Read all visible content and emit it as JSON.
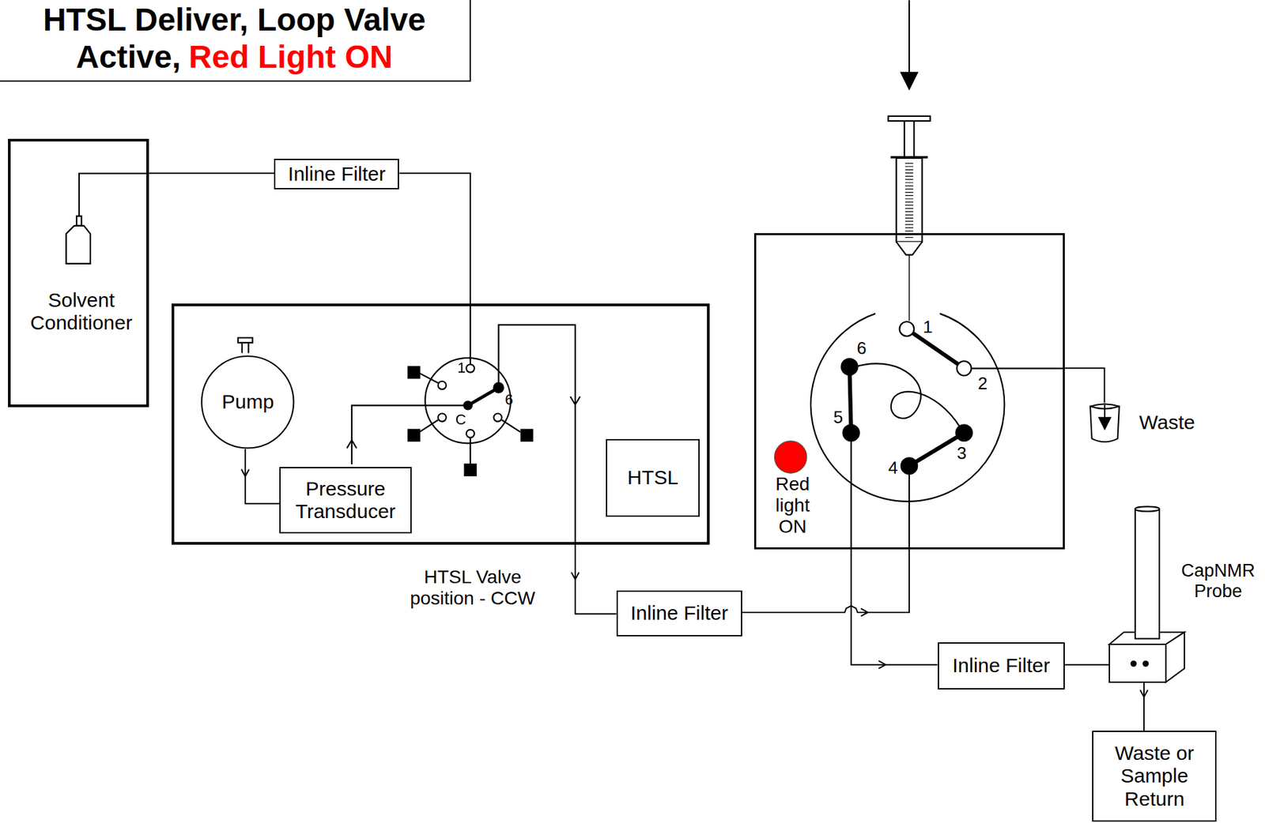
{
  "diagram": {
    "nodes": [
      {
        "text": [
          "HTSL Deliver, Loop Valve Active,",
          "Red Light ON"
        ]
      },
      {
        "text": [
          "Solvent Conditioner"
        ]
      },
      {
        "text": [
          "Inline Filter"
        ]
      },
      {
        "text": [
          "HTSL Valve position - CCW"
        ]
      },
      {
        "text": [
          "Pump"
        ],
        "in": 3
      },
      {
        "text": [
          "Pressure Transducer"
        ],
        "in": 3
      },
      {
        "text": [
          "HTSL"
        ],
        "in": 3
      },
      {
        "text": [
          "Inline Filter"
        ]
      },
      {
        "text": [
          "Red light ON"
        ]
      },
      {
        "text": [
          "Waste"
        ]
      },
      {
        "text": [
          "Inline Filter"
        ]
      },
      {
        "text": [
          "CapNMR Probe"
        ]
      },
      {
        "text": [
          "Waste or Sample Return"
        ]
      }
    ],
    "edges": [
      {
        "from": 1,
        "to": 2,
        "arrow": "none"
      },
      {
        "from": 2,
        "to": 3,
        "arrow": "none"
      },
      {
        "from": 4,
        "to": 5,
        "arrow": "to"
      },
      {
        "from": 3,
        "to": 7,
        "arrow": "to"
      },
      {
        "from": 7,
        "to": 8,
        "arrow": "to"
      },
      {
        "from": 8,
        "to": 10,
        "arrow": "to"
      },
      {
        "from": 10,
        "to": 11,
        "arrow": "none"
      },
      {
        "from": 11,
        "to": 12,
        "arrow": "to"
      },
      {
        "from": 8,
        "to": 9,
        "arrow": "none"
      }
    ],
    "labels": [
      "1",
      "6",
      "C",
      "1",
      "2",
      "3",
      "4",
      "5",
      "6"
    ]
  }
}
